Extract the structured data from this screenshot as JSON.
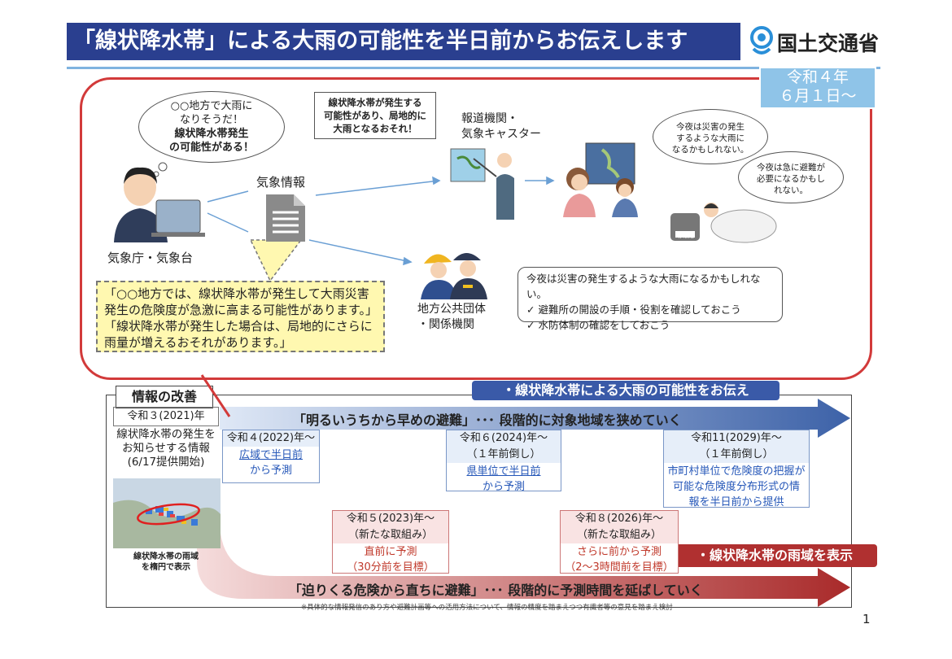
{
  "header": {
    "title": "「線状降水帯」による大雨の可能性を半日前からお伝えします",
    "ministry": "国土交通省",
    "date_badge": [
      "令和４年",
      "６月１日〜"
    ]
  },
  "flow": {
    "jma_bubble": [
      "○○地方で大雨に",
      "なりそうだ！",
      "線状降水帯発生",
      "の可能性がある！"
    ],
    "jma_label": "気象庁・気象台",
    "info_label": "気象情報",
    "media_bubble": [
      "線状降水帯が発生する",
      "可能性があり、局地的に",
      "大雨となるおそれ！"
    ],
    "media_label": [
      "報道機関・",
      "気象キャスター"
    ],
    "family_bubble1": [
      "今夜は災害の発生",
      "するような大雨に",
      "なるかもしれない。"
    ],
    "family_bubble2": [
      "今夜は急に避難が",
      "必要になるかもし",
      "れない。"
    ],
    "bag_label": "非常用",
    "local_label": [
      "地方公共団体",
      "・関係機関"
    ],
    "local_bubble": [
      "今夜は災害の発生するような大雨になるかもしれない。",
      "✓ 避難所の開設の手順・役割を確認しておこう",
      "✓ 水防体制の確認をしておこう"
    ],
    "note": [
      "「○○地方では、線状降水帯が発生して大雨災害",
      "発生の危険度が急激に高まる可能性があります。」",
      "「線状降水帯が発生した場合は、局地的にさらに",
      "雨量が増えるおそれがあります。」"
    ]
  },
  "improvement": {
    "title": "情報の改善",
    "r3_head": "令和３(2021)年",
    "r3_body": [
      "線状降水帯の発生を",
      "お知らせする情報",
      "(6/17提供開始)"
    ],
    "map_caption": [
      "線状降水帯の雨域",
      "を楕円で表示"
    ],
    "blue_tag": "・線状降水帯による大雨の可能性をお伝え",
    "red_tag": "・線状降水帯の雨域を表示",
    "top_arrow": "「明るいうちから早めの避難」･･･ 段階的に対象地域を狭めていく",
    "bottom_arrow": "「迫りくる危険から直ちに避難」･･･ 段階的に予測時間を延ばしていく",
    "r4_head": "令和４(2022)年〜",
    "r4_body": [
      "広域で半日前",
      "から予測"
    ],
    "r6_head": [
      "令和６(2024)年〜",
      "（１年前倒し）"
    ],
    "r6_body": [
      "県単位で半日前",
      "から予測"
    ],
    "r11_head": [
      "令和11(2029)年〜",
      "（１年前倒し）"
    ],
    "r11_body": [
      "市町村単位で危険度の把握が",
      "可能な危険度分布形式の情",
      "報を半日前から提供"
    ],
    "r5_head": [
      "令和５(2023)年〜",
      "（新たな取組み）"
    ],
    "r5_body": [
      "直前に予測",
      "（30分前を目標）"
    ],
    "r8_head": [
      "令和８(2026)年〜",
      "（新たな取組み）"
    ],
    "r8_body": [
      "さらに前から予測",
      "（2〜3時間前を目標）"
    ],
    "footnote": "※具体的な情報発信のあり方や避難計画等への活用方法について、情報の精度を踏まえつつ有識者等の意見を踏まえ検討"
  },
  "page_number": "1",
  "colors": {
    "title_bg": "#2a3f8f",
    "frame": "#d23a3a",
    "badge": "#8fc4e8",
    "note_bg": "#fff8b0"
  }
}
